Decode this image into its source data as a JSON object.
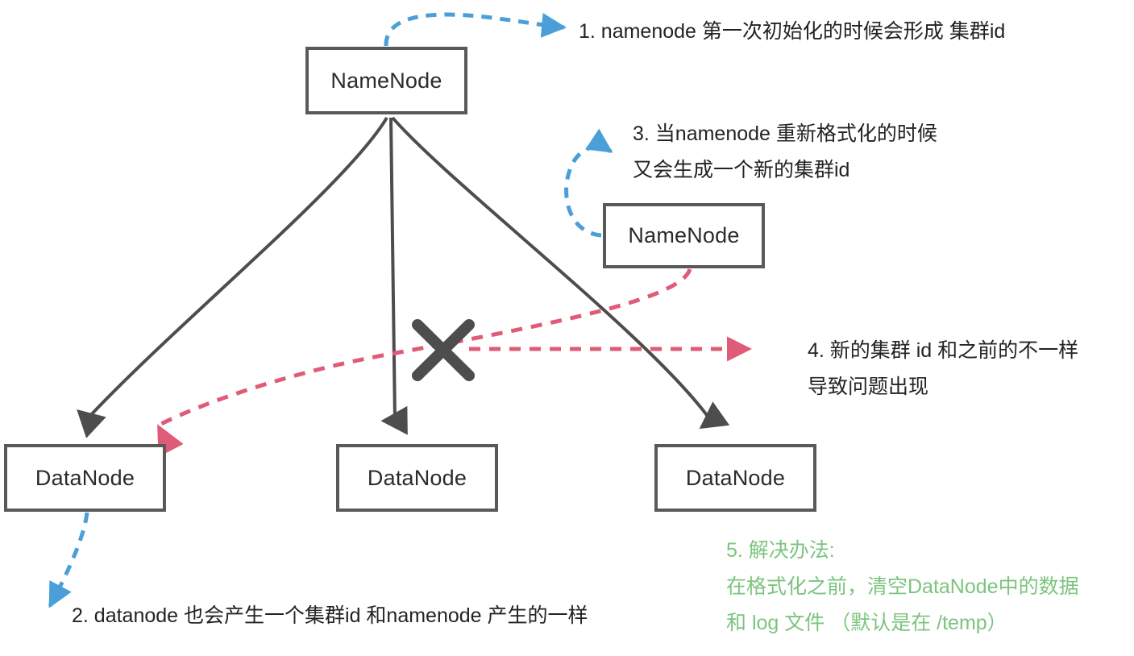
{
  "diagram": {
    "title_hint": "HDFS NameNode cluster id mismatch diagram",
    "colors": {
      "box_border": "#595959",
      "node_text": "#2b2b2b",
      "connector_gray": "#4d4d4d",
      "arrow_blue": "#4a9fd8",
      "arrow_pink": "#df5b78",
      "note_green": "#7cc47f",
      "background": "#ffffff"
    },
    "nodes": [
      {
        "id": "namenode-1",
        "label": "NameNode"
      },
      {
        "id": "namenode-2",
        "label": "NameNode"
      },
      {
        "id": "datanode-1",
        "label": "DataNode"
      },
      {
        "id": "datanode-2",
        "label": "DataNode"
      },
      {
        "id": "datanode-3",
        "label": "DataNode"
      }
    ],
    "annotations": {
      "note1": {
        "lines": [
          "1. namenode 第一次初始化的时候会形成 集群id"
        ]
      },
      "note2": {
        "lines": [
          "2. datanode 也会产生一个集群id 和namenode 产生的一样"
        ]
      },
      "note3": {
        "lines": [
          "3. 当namenode 重新格式化的时候",
          "又会生成一个新的集群id"
        ]
      },
      "note4": {
        "lines": [
          "4. 新的集群 id 和之前的不一样",
          "导致问题出现"
        ]
      },
      "note5": {
        "lines": [
          "5. 解决办法:",
          "在格式化之前，清空DataNode中的数据",
          "和 log 文件        （默认是在 /temp）"
        ]
      }
    },
    "marks": {
      "cross": "x-mark"
    }
  }
}
